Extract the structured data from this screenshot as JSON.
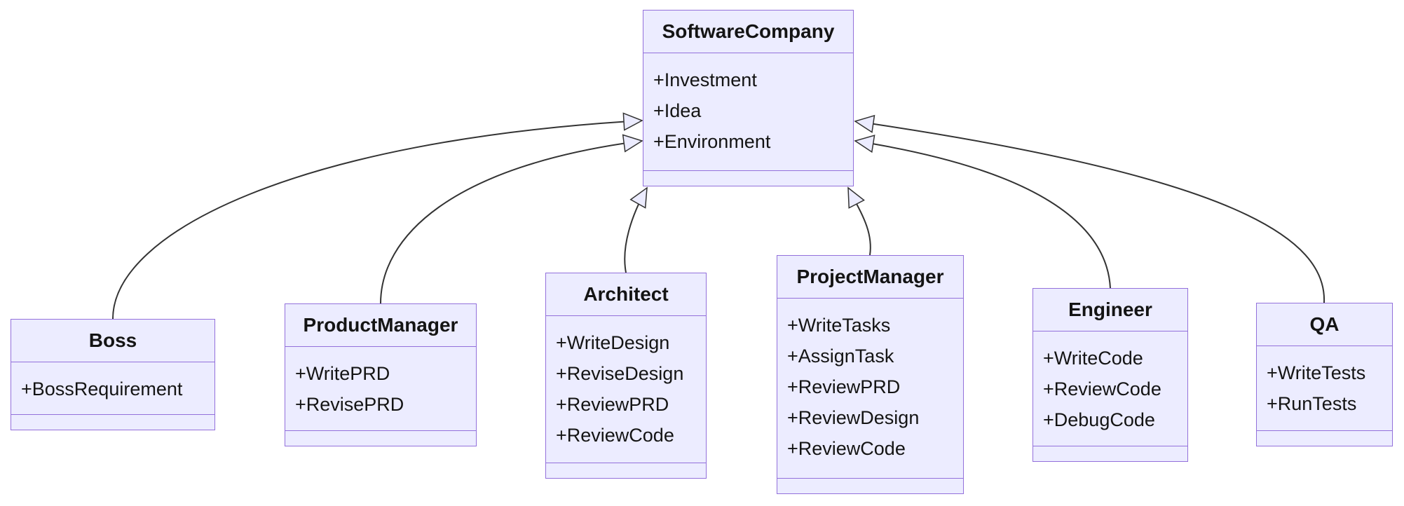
{
  "diagram": {
    "type": "uml-class-diagram",
    "background_color": "#ffffff",
    "colors": {
      "node_fill": "#ECECFF",
      "node_border": "#9370DB",
      "edge_stroke": "#333333",
      "text": "#141414"
    },
    "classes": [
      {
        "name": "SoftwareCompany",
        "members": [
          "+Investment",
          "+Idea",
          "+Environment"
        ],
        "methods": []
      },
      {
        "name": "Boss",
        "members": [
          "+BossRequirement"
        ],
        "methods": []
      },
      {
        "name": "ProductManager",
        "members": [
          "+WritePRD",
          "+RevisePRD"
        ],
        "methods": []
      },
      {
        "name": "Architect",
        "members": [
          "+WriteDesign",
          "+ReviseDesign",
          "+ReviewPRD",
          "+ReviewCode"
        ],
        "methods": []
      },
      {
        "name": "ProjectManager",
        "members": [
          "+WriteTasks",
          "+AssignTask",
          "+ReviewPRD",
          "+ReviewDesign",
          "+ReviewCode"
        ],
        "methods": []
      },
      {
        "name": "Engineer",
        "members": [
          "+WriteCode",
          "+ReviewCode",
          "+DebugCode"
        ],
        "methods": []
      },
      {
        "name": "QA",
        "members": [
          "+WriteTests",
          "+RunTests"
        ],
        "methods": []
      }
    ],
    "relations": [
      {
        "from": "Boss",
        "to": "SoftwareCompany",
        "type": "inheritance"
      },
      {
        "from": "ProductManager",
        "to": "SoftwareCompany",
        "type": "inheritance"
      },
      {
        "from": "Architect",
        "to": "SoftwareCompany",
        "type": "inheritance"
      },
      {
        "from": "ProjectManager",
        "to": "SoftwareCompany",
        "type": "inheritance"
      },
      {
        "from": "Engineer",
        "to": "SoftwareCompany",
        "type": "inheritance"
      },
      {
        "from": "QA",
        "to": "SoftwareCompany",
        "type": "inheritance"
      }
    ]
  }
}
